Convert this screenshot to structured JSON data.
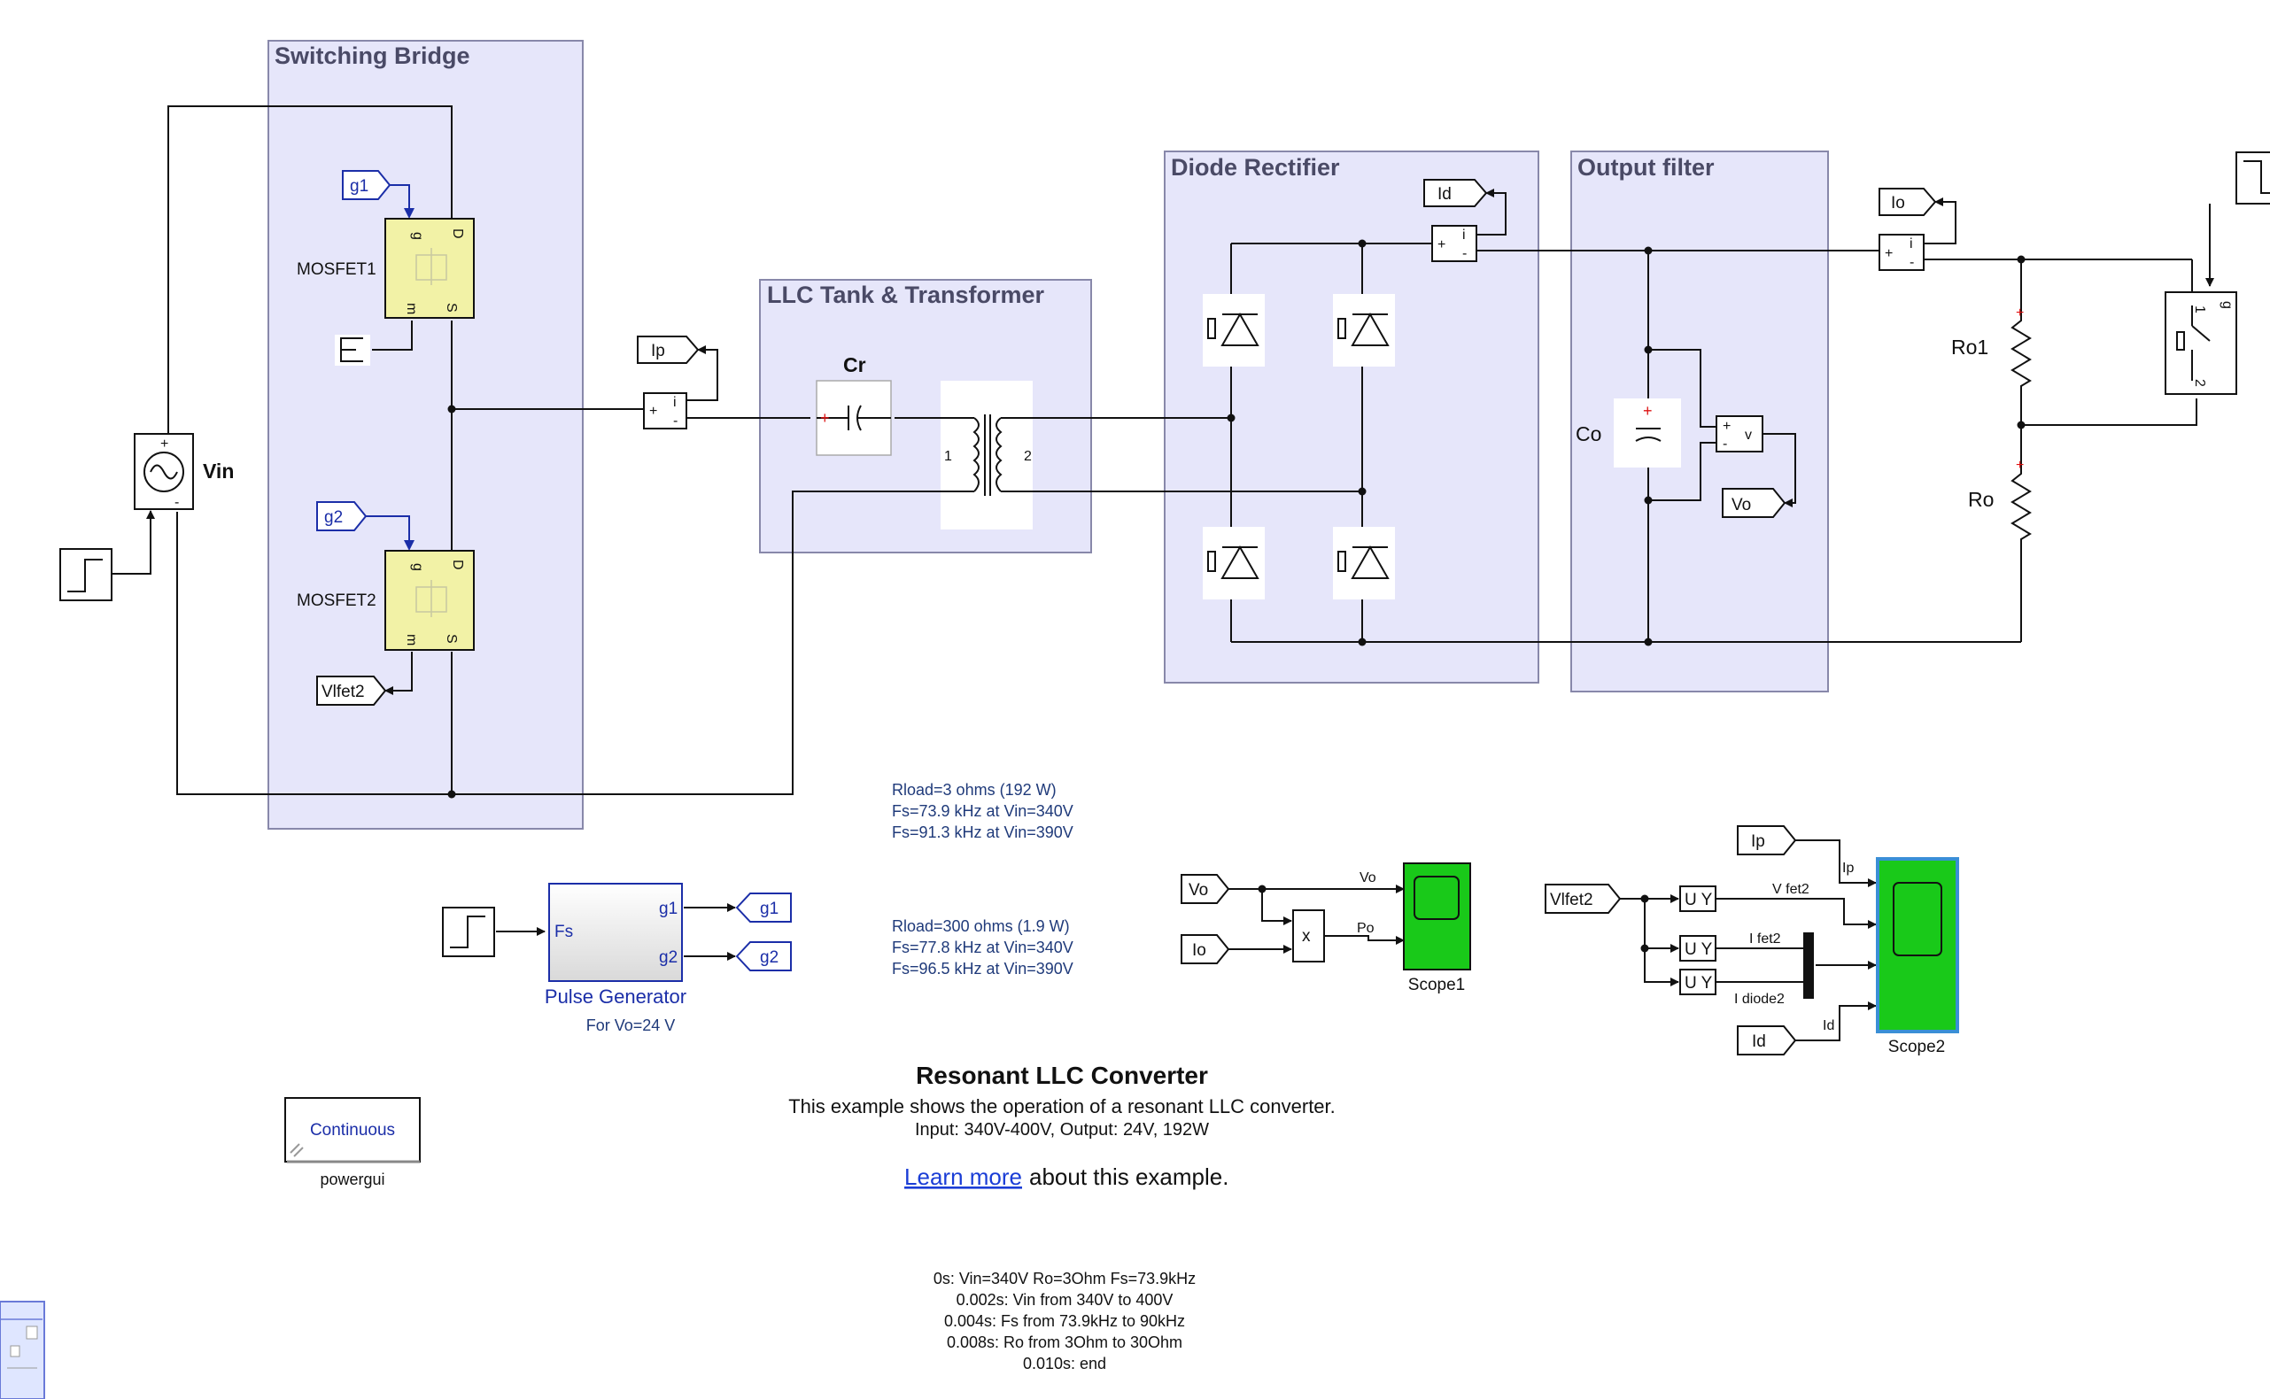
{
  "areas": {
    "switching_bridge": "Switching Bridge",
    "llc_tank": "LLC Tank & Transformer",
    "diode_rectifier": "Diode Rectifier",
    "output_filter": "Output filter"
  },
  "blocks": {
    "mosfet1": "MOSFET1",
    "mosfet2": "MOSFET2",
    "vin": "Vin",
    "cr": "Cr",
    "co": "Co",
    "ro1": "Ro1",
    "ro": "Ro",
    "pulse_generator": "Pulse Generator",
    "pulse_note": "For Vo=24 V",
    "scope1": "Scope1",
    "scope2": "Scope2",
    "powergui": "powergui",
    "powergui_mode": "Continuous",
    "product_sign": "x"
  },
  "tags": {
    "g1_a": "g1",
    "g2_a": "g2",
    "g1_b": "g1",
    "g2_b": "g2",
    "ip_from": "Ip",
    "id_from": "Id",
    "io_from": "Io",
    "vfet2_from": "Vlfet2",
    "vo_from": "Vo",
    "vo_goto": "Vo",
    "io_goto": "Io",
    "vfet2_goto": "Vlfet2",
    "ip_goto": "Ip",
    "id_goto": "Id"
  },
  "ports": {
    "g": "g",
    "d": "D",
    "m": "m",
    "s": "S",
    "plus": "+",
    "minus": "-",
    "i": "i",
    "v": "v",
    "one": "1",
    "two": "2",
    "fs": "Fs",
    "pg_g1": "g1",
    "pg_g2": "g2",
    "uy": "U Y"
  },
  "signals": {
    "vo": "Vo",
    "po": "Po",
    "ip": "Ip",
    "v_fet2": "V fet2",
    "i_fet2": "I fet2",
    "i_diode2": "I diode2",
    "id": "Id"
  },
  "notes": {
    "r3_line1": "Rload=3 ohms (192 W)",
    "r3_line2": "Fs=73.9 kHz at Vin=340V",
    "r3_line3": "Fs=91.3 kHz at Vin=390V",
    "r300_line1": "Rload=300 ohms (1.9 W)",
    "r300_line2": "Fs=77.8 kHz at Vin=340V",
    "r300_line3": "Fs=96.5 kHz at Vin=390V"
  },
  "description": {
    "title": "Resonant LLC Converter",
    "line1": "This example shows the operation of a resonant LLC converter.",
    "line2": "Input: 340V-400V, Output: 24V, 192W",
    "learn_link": "Learn more",
    "learn_rest": "about this example."
  },
  "timeline": [
    "0s: Vin=340V Ro=3Ohm Fs=73.9kHz",
    "0.002s: Vin from 340V to 400V",
    "0.004s: Fs from 73.9kHz to 90kHz",
    "0.008s: Ro from 3Ohm to 30Ohm",
    "0.010s: end"
  ],
  "colors": {
    "area_fill": "#e6e6fa",
    "area_stroke": "#8888aa",
    "mosfet_fill": "#f2f2a6",
    "scope_green": "#19c919",
    "tag_blue": "#1b2ea8",
    "link_blue": "#1a3dd6",
    "note_blue": "#1f3a7a"
  },
  "icons": {
    "step": "step-source-icon",
    "ac_source": "ac-voltage-source-icon",
    "diode": "diode-icon",
    "capacitor": "capacitor-icon",
    "resistor": "resistor-icon",
    "transformer": "transformer-icon",
    "breaker": "breaker-icon",
    "terminator": "terminator-icon",
    "scope_screen": "scope-screen-icon"
  }
}
